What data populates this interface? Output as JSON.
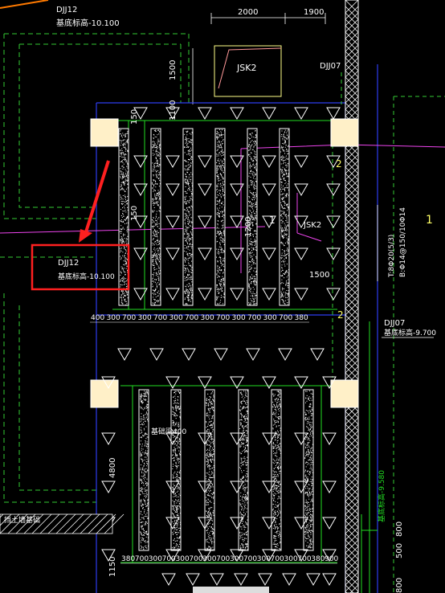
{
  "colors": {
    "background": "#000000",
    "dim": "#ffffff",
    "grid": "#2d3df0",
    "dash_green": "#33cc33",
    "solid_green": "#22dd22",
    "beam": "#ffffff",
    "triangle": "#ffffff",
    "column_fill": "#fff0c8",
    "magenta": "#ee44ee",
    "red_box": "#ff2020",
    "orange": "#ff7a00",
    "yellow_text": "#ffff66",
    "hatch": "#ffffff"
  },
  "labels": {
    "djj12_top": "DJJ12",
    "djj12_top_elev": "基底标高-10.100",
    "djj12_mid": "DJJ12",
    "djj12_mid_elev": "基底标高-10.100",
    "djj07_top": "DJJ07",
    "djj07_right": "DJJ07",
    "djj07_right_elev": "基底标高-9.700",
    "jsk2_top": "JSK2",
    "jsk2_mid": "JSK2",
    "beam_note": "T:8Φ20(5/3)",
    "beam_note2": "B:Φ14@150/10Φ14",
    "axis_1": "1",
    "grid_2": "2",
    "grid_2b": "2",
    "left_hatch_label": "挡土墙基础",
    "lower_note": "基础梁400",
    "lower_note2": "基底标高-9.580",
    "dim_2000": "2000",
    "dim_1900": "1900",
    "dim_1500_top": "1500",
    "dim_1100": "1100",
    "dim_150": "150",
    "dim_150b": "150",
    "dim_1500_mid": "1500",
    "dim_1200": "1200",
    "dim_400": "400",
    "dim_4800": "4800",
    "dim_1150": "1150",
    "dim_800": "800",
    "dim_500": "500",
    "dim_800b": "800",
    "small_label_a": "2",
    "small_label_b": "1"
  },
  "dim_rows": {
    "upper": [
      "400",
      "300",
      "700",
      "300",
      "700",
      "300",
      "700",
      "300",
      "700",
      "300",
      "700",
      "300",
      "700",
      "380"
    ],
    "lower": [
      "380",
      "700",
      "300",
      "700",
      "300",
      "700",
      "300",
      "700",
      "300",
      "700",
      "300",
      "700",
      "300",
      "700",
      "380",
      "900"
    ]
  }
}
